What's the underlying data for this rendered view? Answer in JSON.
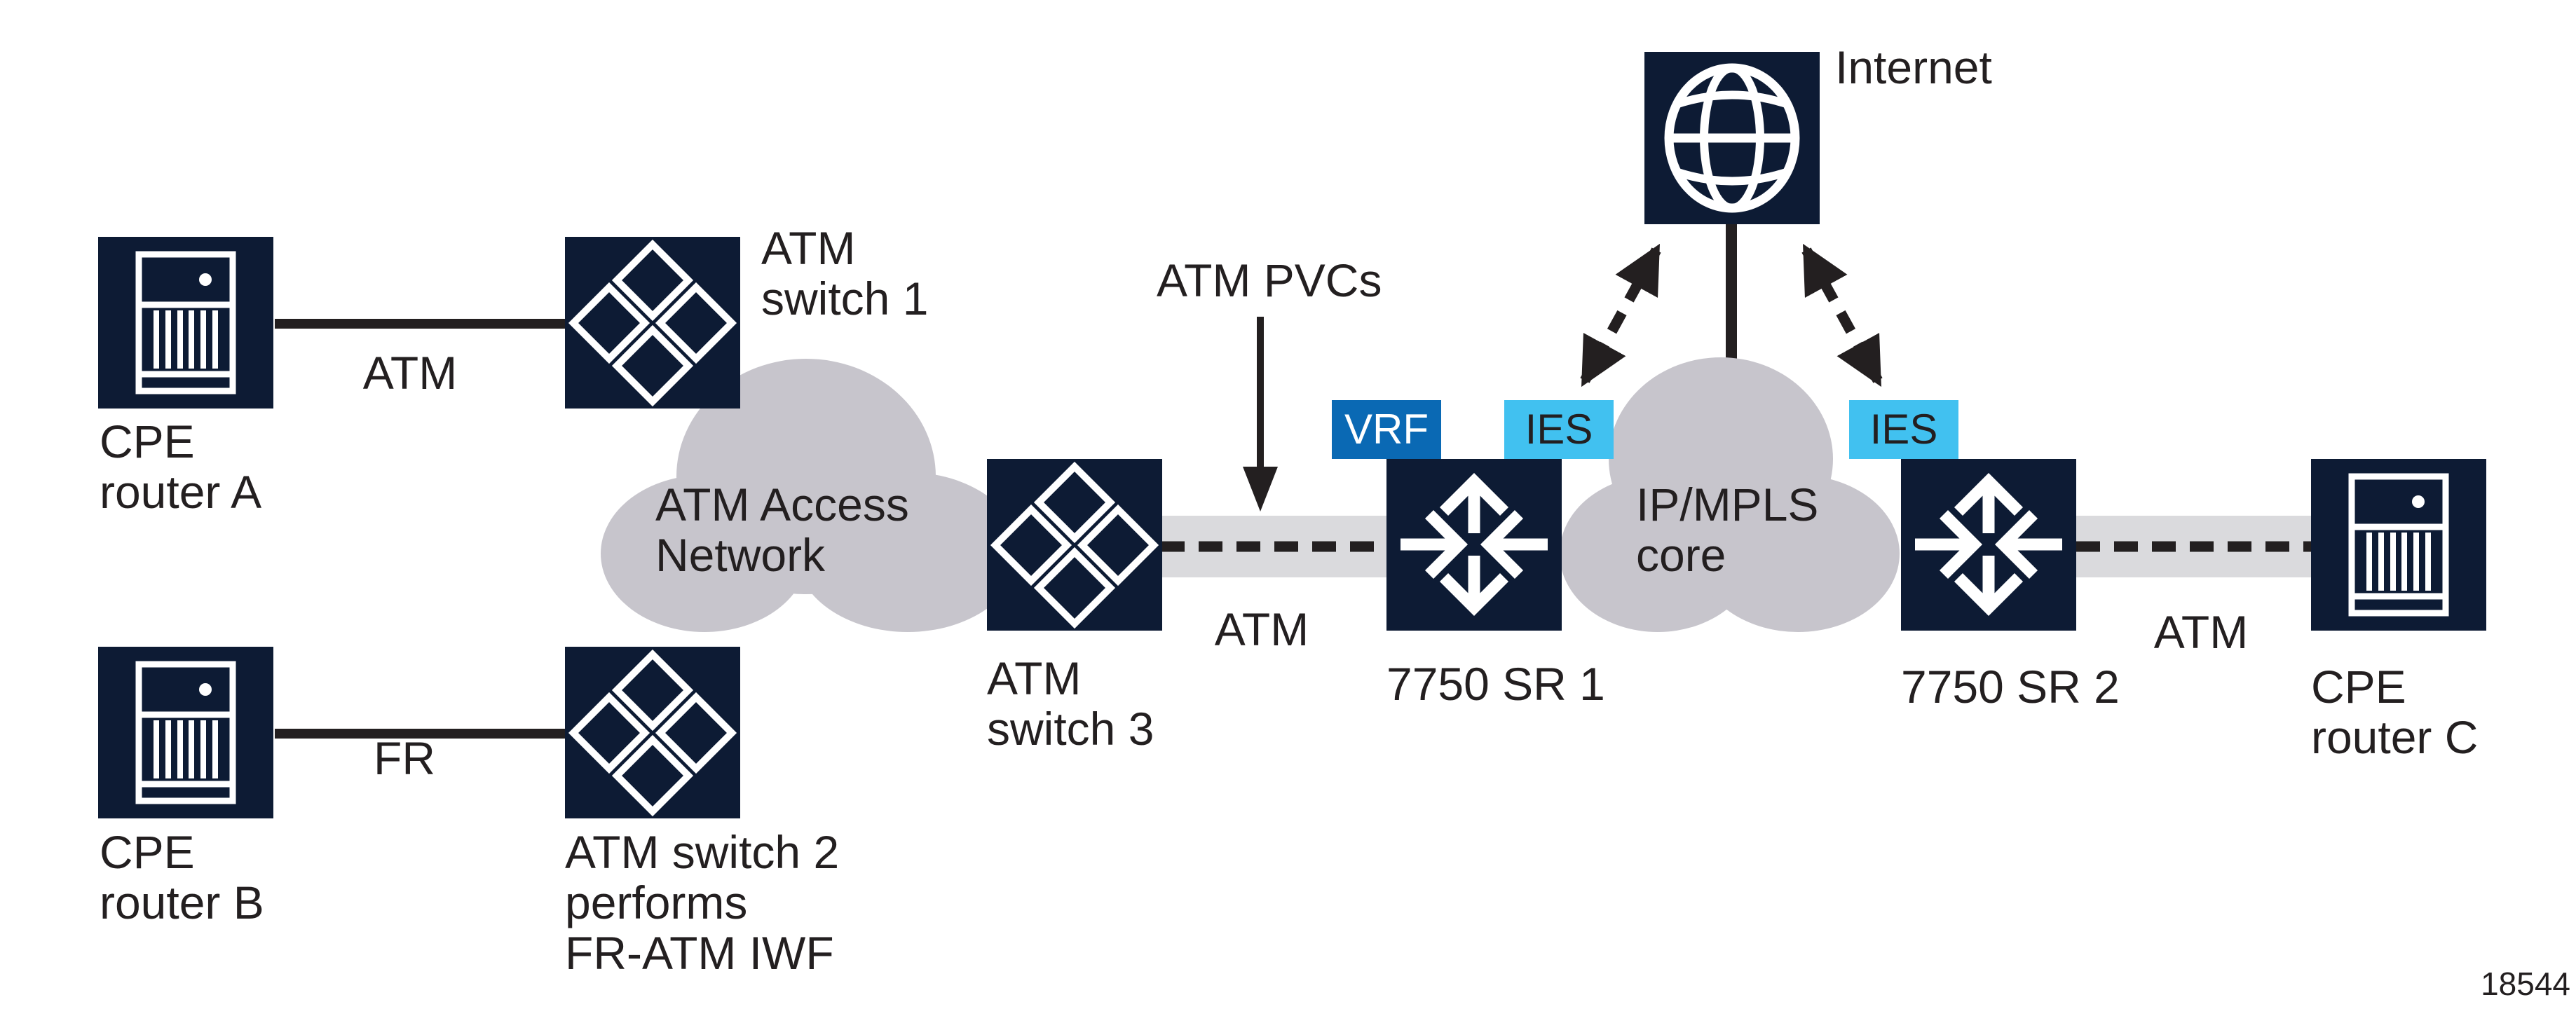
{
  "figure": {
    "number": "18544"
  },
  "colors": {
    "navy": "#0d1b34",
    "cloud": "#c7c5cc",
    "band": "#dadadd",
    "ink": "#231f20",
    "vrf-blue": "#0a69b4",
    "ies-cyan": "#41c1f0",
    "white": "#ffffff"
  },
  "nodes": {
    "cpe_router_a": {
      "label": "CPE\nrouter A"
    },
    "atm_switch_1": {
      "label": "ATM\nswitch 1"
    },
    "cpe_router_b": {
      "label": "CPE\nrouter B"
    },
    "atm_switch_2": {
      "label": "ATM switch 2\nperforms\nFR-ATM IWF"
    },
    "atm_switch_3": {
      "label": "ATM\nswitch 3"
    },
    "sr_1": {
      "label": "7750 SR 1"
    },
    "sr_2": {
      "label": "7750 SR 2"
    },
    "cpe_router_c": {
      "label": "CPE\nrouter C"
    },
    "internet": {
      "label": "Internet"
    }
  },
  "clouds": {
    "atm_access": {
      "label": "ATM Access\nNetwork"
    },
    "ip_mpls": {
      "label": "IP/MPLS\ncore"
    }
  },
  "links": {
    "cpe_a_atm_switch_1": {
      "label": "ATM"
    },
    "cpe_b_atm_switch_2": {
      "label": "FR"
    },
    "atm_switch_3_sr_1": {
      "label": "ATM"
    },
    "sr_2_cpe_router_c": {
      "label": "ATM"
    }
  },
  "annotations": {
    "atm_pvcs": {
      "label": "ATM PVCs"
    }
  },
  "badges": {
    "vrf": {
      "label": "VRF"
    },
    "ies_left": {
      "label": "IES"
    },
    "ies_right": {
      "label": "IES"
    }
  }
}
